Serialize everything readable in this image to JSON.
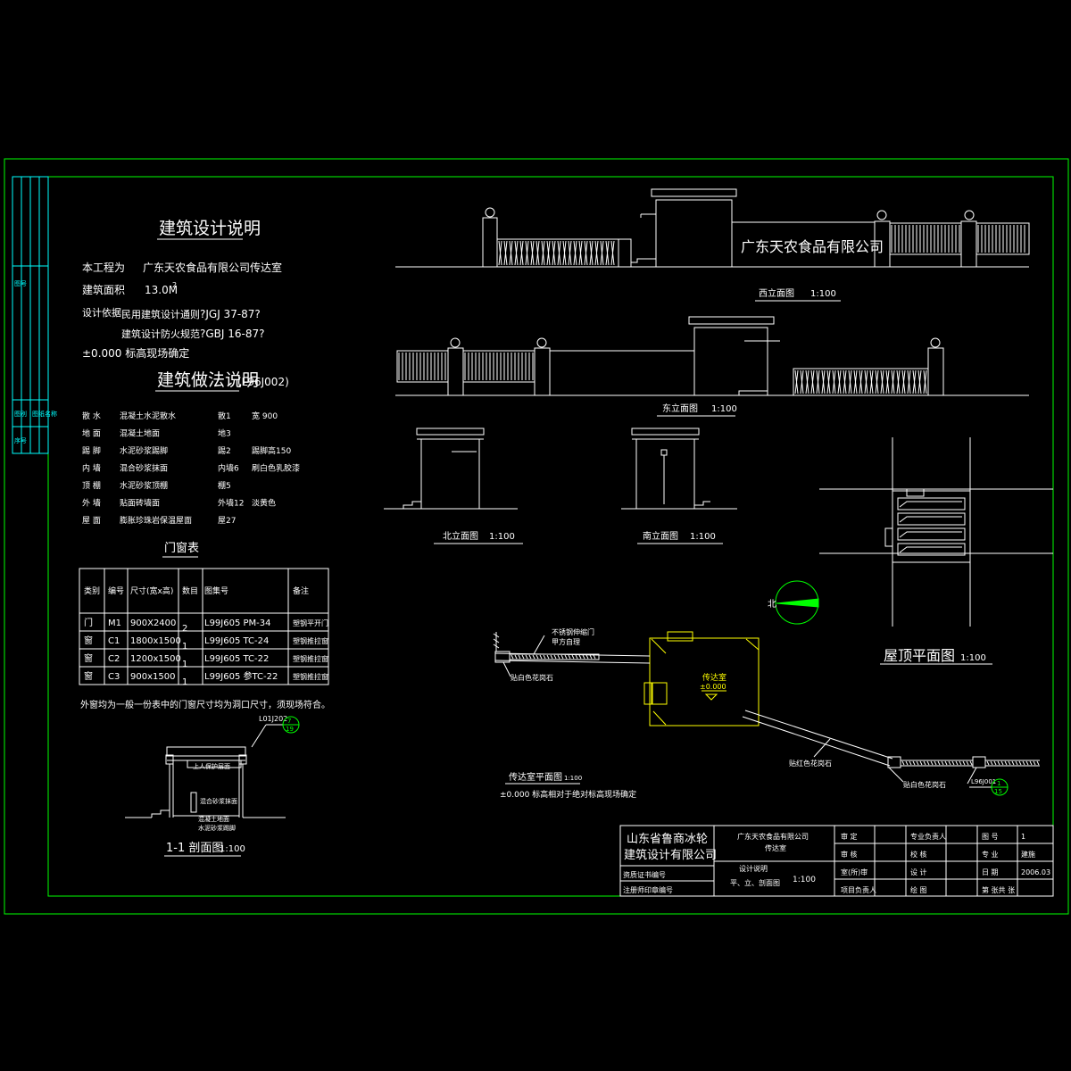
{
  "design_notes": {
    "title": "建筑设计说明",
    "project_label": "本工程为",
    "project_value": "广东天农食品有限公司传达室",
    "area_label": "建筑面积",
    "area_value": "13.0M",
    "area_sup": "2",
    "basis_label": "设计依据",
    "basis_1_name": "民用建筑设计通则",
    "basis_1_code": "?JGJ 37-87?",
    "basis_2_name": "建筑设计防火规范",
    "basis_2_code": "?GBJ 16-87?",
    "elevation_note": "±0.000 标高现场确定"
  },
  "method_notes": {
    "title": "建筑做法说明",
    "ref": "(L96J002)",
    "rows": [
      {
        "name": "散  水",
        "desc": "混凝土水泥散水",
        "code": "散1",
        "extra": "宽 900"
      },
      {
        "name": "地  面",
        "desc": "混凝土地面",
        "code": "地3",
        "extra": ""
      },
      {
        "name": "踢  脚",
        "desc": "水泥砂浆踢脚",
        "code": "踢2",
        "extra": "踢脚高150"
      },
      {
        "name": "内  墙",
        "desc": "混合砂浆抹面",
        "code": "内墙6",
        "extra": "刷白色乳胶漆"
      },
      {
        "name": "顶  棚",
        "desc": "水泥砂浆顶棚",
        "code": "棚5",
        "extra": ""
      },
      {
        "name": "外  墙",
        "desc": "贴面砖墙面",
        "code": "外墙12",
        "extra": "淡黄色"
      },
      {
        "name": "屋  面",
        "desc": "膨胀珍珠岩保温屋面",
        "code": "屋27",
        "extra": ""
      }
    ]
  },
  "door_window_table": {
    "title": "门窗表",
    "headers": [
      "类别",
      "编号",
      "尺寸(宽x高)",
      "数目",
      "图集号",
      "备注"
    ],
    "rows": [
      [
        "门",
        "M1",
        "900X2400",
        "2",
        "L99J605   PM-34",
        "塑钢平开门"
      ],
      [
        "窗",
        "C1",
        "1800x1500",
        "1",
        "L99J605   TC-24",
        "塑钢推拉窗"
      ],
      [
        "窗",
        "C2",
        "1200x1500",
        "1",
        "L99J605   TC-22",
        "塑钢推拉窗"
      ],
      [
        "窗",
        "C3",
        "900x1500",
        "1",
        "L99J605  参TC-22",
        "塑钢推拉窗"
      ]
    ],
    "note": "外窗均为一般一份表中的门窗尺寸均为洞口尺寸，须现场符合。"
  },
  "section_1_1": {
    "title": "1-1 剖面图",
    "scale": "1:100",
    "ref": "L01J202",
    "callout_top": "7",
    "callout_bottom": "19",
    "label_roof": "上人保护层面",
    "label_lintel": "混合砂浆抹面",
    "label_floor1": "混凝土地面",
    "label_floor2": "水泥砂浆踢脚"
  },
  "west_elevation": {
    "sign": "广东天农食品有限公司",
    "title": "西立面图",
    "scale": "1:100"
  },
  "east_elevation": {
    "title": "东立面图",
    "scale": "1:100"
  },
  "north_elevation": {
    "title": "北立面图",
    "scale": "1:100"
  },
  "south_elevation": {
    "title": "南立面图",
    "scale": "1:100"
  },
  "roof_plan": {
    "title": "屋顶平面图",
    "scale": "1:100",
    "north": "北"
  },
  "site_plan": {
    "room": "传达室",
    "elev": "±0.000",
    "label_gate": "不锈钢伸缩门",
    "label_gate_2": "甲方自理",
    "label_curb_1": "贴白色花岗石",
    "label_curb_2": "贴红色花岗石",
    "label_curb_3": "贴白色花岗石",
    "ref": "L96J001",
    "callout_top": "1",
    "callout_bottom": "15",
    "title": "传达室平面图",
    "scale": "1:100",
    "note": "±0.000 标高相对于绝对标高现场确定"
  },
  "title_block": {
    "company_1": "山东省鲁商冰轮",
    "company_2": "建筑设计有限公司",
    "client": "广东天农食品有限公司",
    "project": "传达室",
    "drawing_1": "设计说明",
    "drawing_2": "平、立、剖面图",
    "drawing_scale": "1:100",
    "cert_label": "资质证书编号",
    "stamp_label": "注册师印章编号",
    "r1": [
      "审  定",
      "",
      "专业负责人",
      "",
      "图  号",
      "1"
    ],
    "r2": [
      "审  核",
      "",
      "校  核",
      "",
      "专  业",
      "建施"
    ],
    "r3": [
      "室(所)审",
      "",
      "设  计",
      "",
      "日  期",
      "2006.03"
    ],
    "r4": [
      "项目负责人",
      "",
      "绘  图",
      "",
      "第  张共  张",
      ""
    ]
  },
  "left_strip": {
    "a": "图号",
    "b": "图别",
    "c": "图纸名称",
    "d": "序号"
  },
  "colors": {
    "frame": "#00ff00",
    "line": "#ffffff",
    "accent": "#ffff00",
    "cyan": "#00ffff"
  }
}
